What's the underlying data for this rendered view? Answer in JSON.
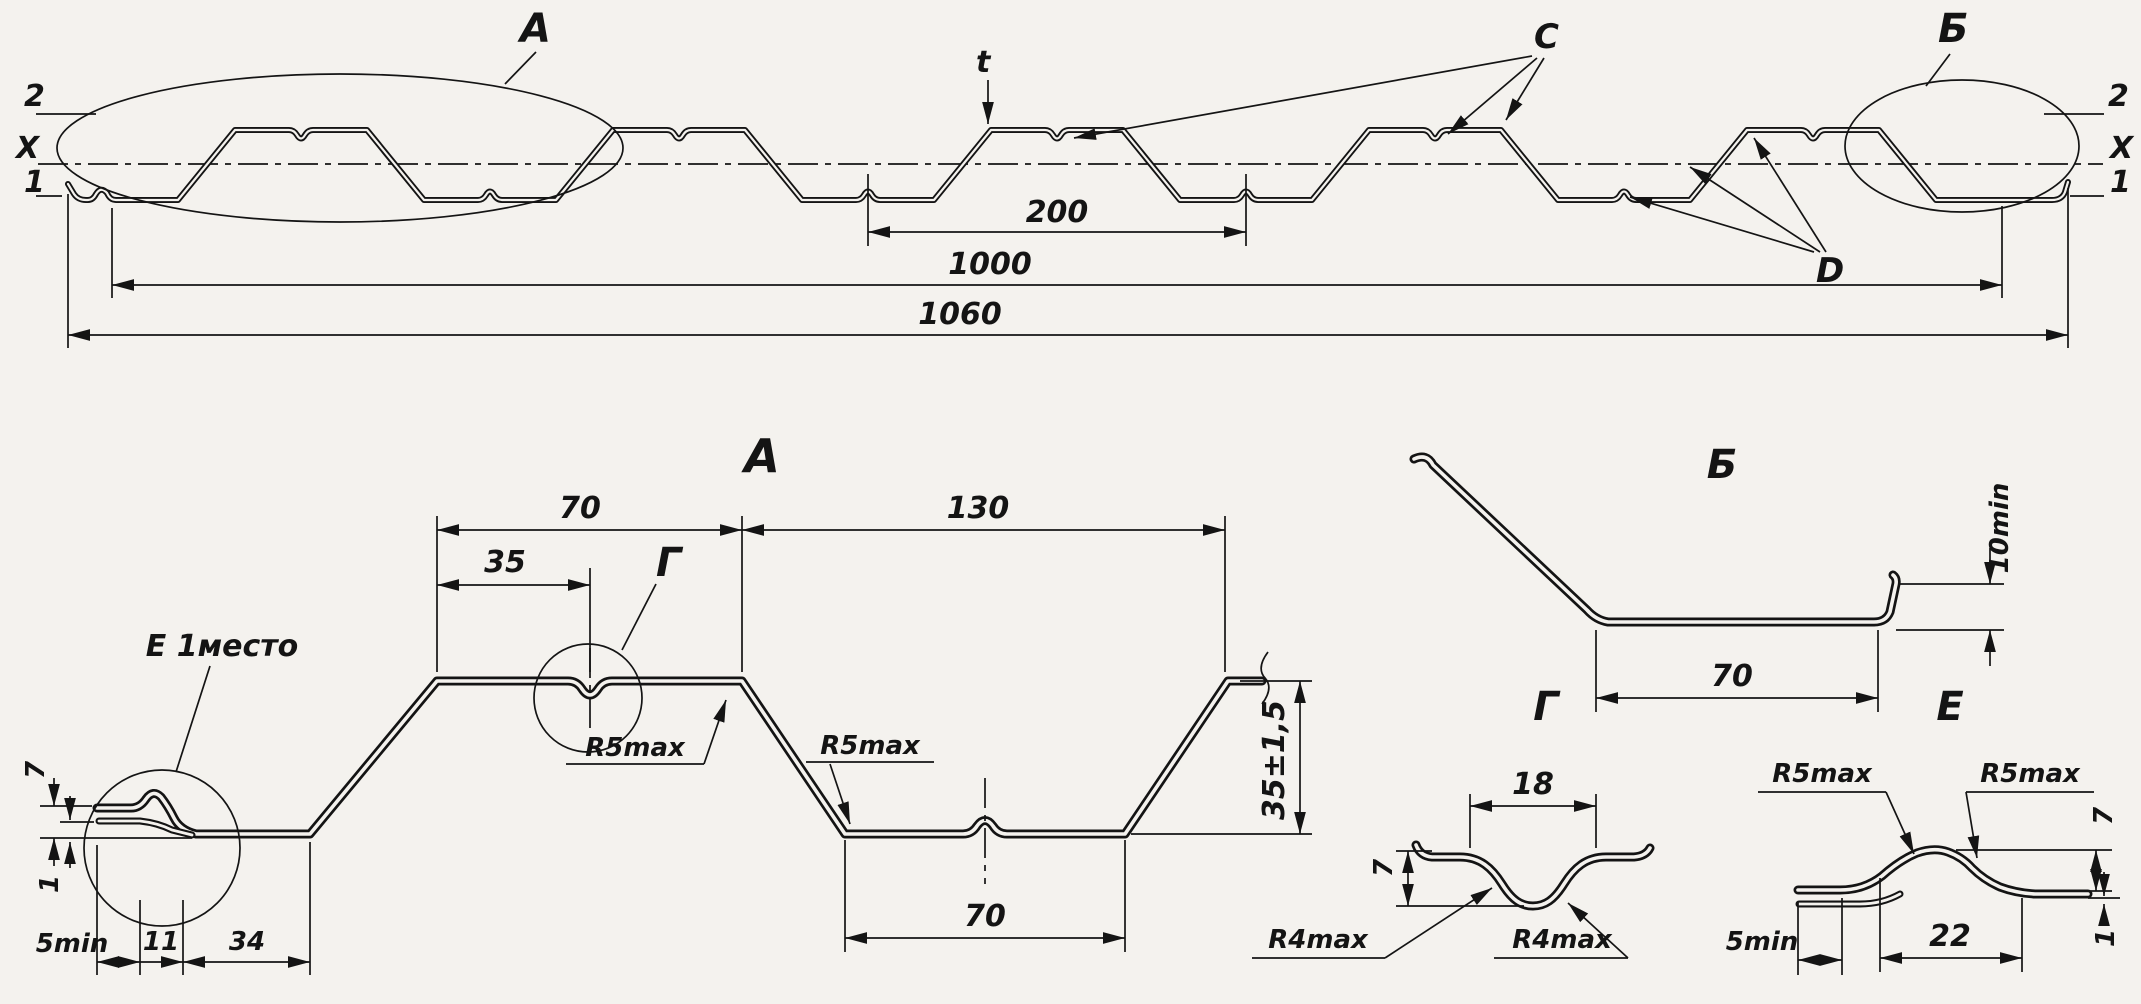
{
  "drawing": {
    "background": "#f4f2ee",
    "ink": "#141414"
  },
  "overview": {
    "detail_marker_a": "А",
    "detail_marker_b": "Б",
    "feature_c": "C",
    "feature_d": "D",
    "thickness": "t",
    "edge_top": "2",
    "axis": "X",
    "edge_bottom": "1",
    "dim_pitch": "200",
    "dim_working_width": "1000",
    "dim_overall_width": "1060"
  },
  "detail_a": {
    "title": "А",
    "dim_flange": "70",
    "dim_half_flange": "35",
    "dim_rest": "130",
    "marker_g": "Г",
    "radius_groove": "R5max",
    "radius_corner": "R5max",
    "dim_height": "35±1,5",
    "dim_trough": "70",
    "note_e": "Е 1место",
    "dim_lip_height": "7",
    "dim_thickness": "1",
    "dim_end": "5min",
    "dim_11": "11",
    "dim_34": "34"
  },
  "detail_b": {
    "title": "Б",
    "dim_flat": "70",
    "dim_lip": "10min"
  },
  "detail_g": {
    "title": "Г",
    "dim_width": "18",
    "dim_depth": "7",
    "radius_left": "R4max",
    "radius_right": "R4max"
  },
  "detail_e": {
    "title": "Е",
    "radius_left": "R5max",
    "radius_right": "R5max",
    "dim_height": "7",
    "dim_thickness": "1",
    "dim_end": "5min",
    "dim_width": "22"
  }
}
